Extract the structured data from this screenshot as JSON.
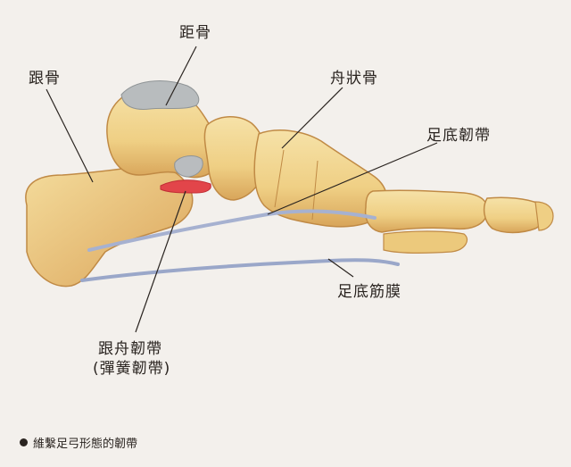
{
  "labels": {
    "talus": "距骨",
    "calcaneus": "跟骨",
    "navicular": "舟狀骨",
    "plantar_ligament": "足底韌帶",
    "plantar_fascia": "足底筋膜",
    "spring_ligament_line1": "跟舟韌帶",
    "spring_ligament_line2": "(彈簧韌帶)"
  },
  "caption": "維繫足弓形態的韌帶",
  "colors": {
    "bone": "#efd28a",
    "bone_shade": "#d9a95a",
    "cartilage": "#a9adb0",
    "ligament_red": "#e2454a",
    "fascia_blue": "#9aa7c9",
    "leader": "#2a2420"
  }
}
